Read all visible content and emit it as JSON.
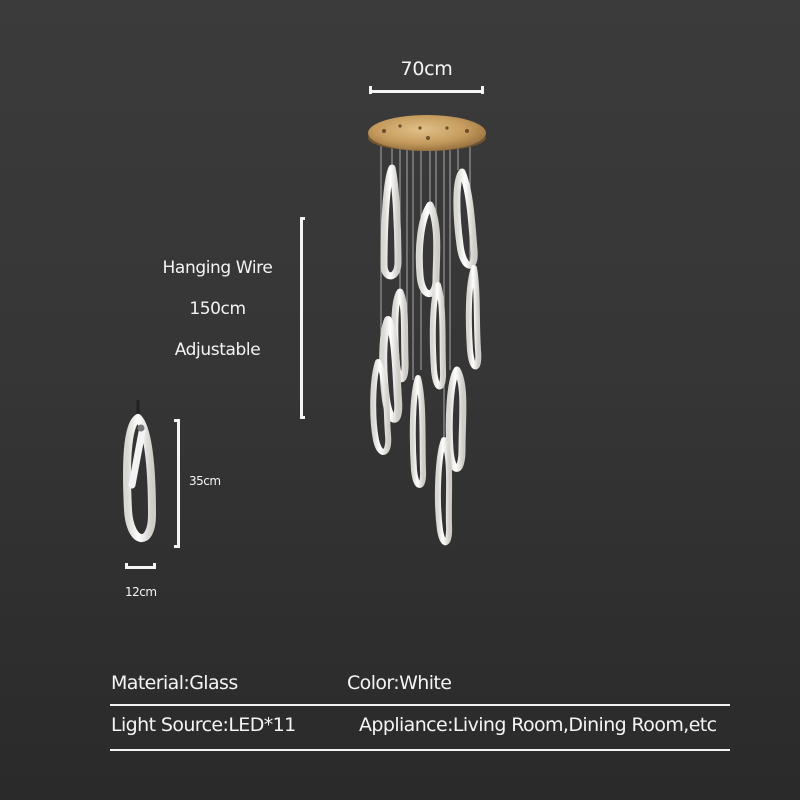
{
  "product": {
    "dimensions": {
      "canopy_width": "70cm",
      "hanging_wire": [
        "Hanging Wire",
        "150cm",
        "Adjustable"
      ],
      "pendant_height": "35cm",
      "pendant_width": "12cm"
    },
    "specs": {
      "material": "Material:Glass",
      "color": "Color:White",
      "light_source": "Light Source:LED*11",
      "appliance": "Appliance:Living Room,Dining Room,etc"
    },
    "colors": {
      "background": "#363636",
      "canopy_gold": "#c9a063",
      "glass_white": "#f1efeb",
      "text": "#f4f4f4"
    },
    "pendant_count": 11
  }
}
